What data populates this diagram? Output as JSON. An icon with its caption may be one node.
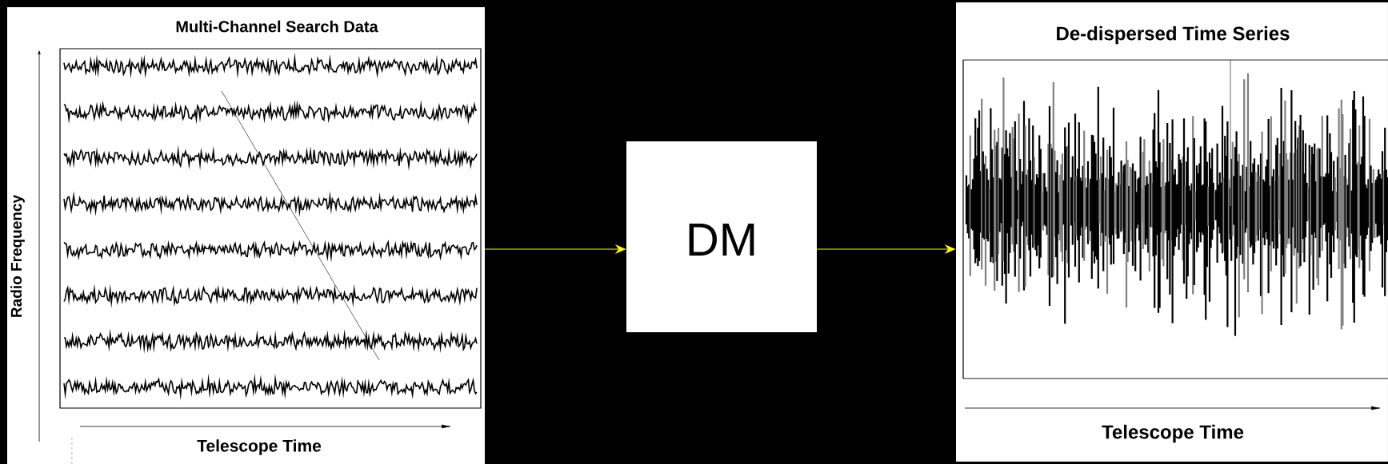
{
  "diagram": {
    "nodes": [
      {
        "text": [
          "Multi-Channel Search Data",
          "Radio Frequency",
          "Telescope Time"
        ]
      },
      {
        "text": [
          "DM"
        ]
      },
      {
        "text": [
          "De-dispersed Time Series",
          "Telescope Time"
        ]
      }
    ],
    "edges": [
      {
        "from": 0,
        "to": 1,
        "arrow": "to",
        "color": "#ffff00"
      },
      {
        "from": 1,
        "to": 2,
        "arrow": "to",
        "color": "#ffff00"
      }
    ]
  }
}
